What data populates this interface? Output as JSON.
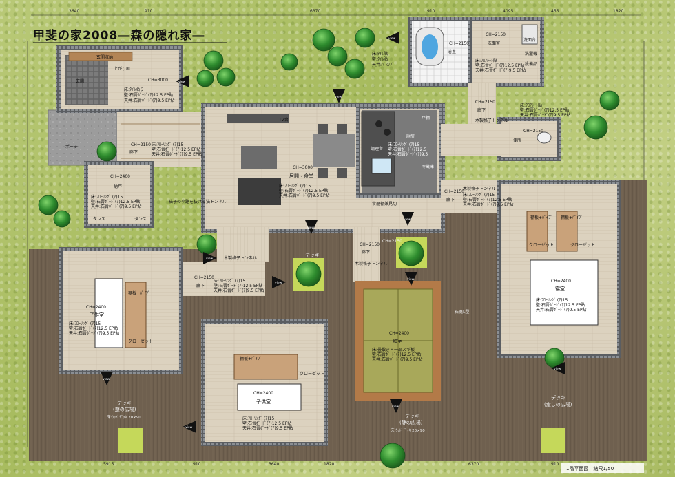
{
  "title": "甲斐の家2008―森の隠れ家―",
  "footer": "1階平面図　縮尺1/50",
  "colors": {
    "grass": "#b3c56e",
    "deck": "#6e5f4f",
    "floor": "#d9cdb8",
    "wall": "#55585c",
    "wood": "#b8895a",
    "tatami": "#b7b766",
    "tree": "#2f8a2f"
  },
  "dimensions_top": [
    "3640",
    "910",
    "6370",
    "910",
    "4095",
    "455",
    "1820"
  ],
  "dimensions_bottom": [
    "5915",
    "910",
    "3640",
    "1820",
    "3640",
    "6370",
    "910"
  ],
  "rooms": {
    "genkan": {
      "name": "玄関",
      "finish": [
        "床:ﾀｲﾙ貼り",
        "壁:石膏ﾎﾞｰﾄﾞ(ｱ)12.5 EP貼",
        "天井:石膏ﾎﾞｰﾄﾞ(ｱ)9.5 EP貼"
      ],
      "ch": "CH=3000",
      "note": "上がり框",
      "shelf": "玄関収納"
    },
    "porch": {
      "name": "ポーチ"
    },
    "rouka1": {
      "name": "廊下",
      "ch": "CH=2150",
      "finish": [
        "床:ﾌﾛｰﾘﾝｸﾞ (ｱ)15",
        "壁:石膏ﾎﾞｰﾄﾞ(ｱ)12.5 EP貼",
        "天井:石膏ﾎﾞｰﾄﾞ(ｱ)9.5 EP貼"
      ]
    },
    "nando": {
      "name": "納戸",
      "ch": "CH=2400",
      "finish": [
        "床:ﾌﾛｰﾘﾝｸﾞ (ｱ)15",
        "壁:石膏ﾎﾞｰﾄﾞ(ｱ)12.5 EP貼",
        "天井:石膏ﾎﾞｰﾄﾞ(ｱ)9.5 EP貼"
      ],
      "chest1": "タンス",
      "chest2": "タンス"
    },
    "living": {
      "name": "居間・食堂",
      "ch": "CH=3000",
      "finish": [
        "床:ﾌﾛｰﾘﾝｸﾞ (ｱ)15",
        "壁:石膏ﾎﾞｰﾄﾞ(ｱ)12.5 EP貼",
        "天井:石膏ﾎﾞｰﾄﾞ(ｱ)9.5 EP貼"
      ],
      "tv": "TV台",
      "counter": "食器棚兼見切"
    },
    "kitchen": {
      "name": "厨房",
      "finish": [
        "床:ﾌﾛｰﾘﾝｸﾞ (ｱ)15",
        "壁:石膏ﾎﾞｰﾄﾞ(ｱ)12.5",
        "天井:石膏ﾎﾞｰﾄﾞ(ｱ)9.5"
      ],
      "fridge": "冷蔵庫",
      "pantry": "戸棚",
      "table": "調理台"
    },
    "bath": {
      "name": "浴室",
      "ch": "CH=2150",
      "finish": [
        "床:ﾀｲﾙ貼",
        "壁:ﾀｲﾙ貼",
        "天井:ﾊﾞｽﾘﾌﾞ"
      ]
    },
    "washroom": {
      "name": "洗面室",
      "ch": "CH=2150",
      "finish": [
        "床:ﾌﾛｱｼｰﾄ貼",
        "壁:石膏ﾎﾞｰﾄﾞ(ｱ)12.5 EP貼",
        "天井:石膏ﾎﾞｰﾄﾞ(ｱ)9.5 EP貼"
      ],
      "washer": "洗濯機",
      "equip": "設備品",
      "sink": "洗面台"
    },
    "rouka2": {
      "name": "廊下",
      "ch": "CH=2150"
    },
    "toilet": {
      "name": "便所",
      "ch": "CH=2150",
      "finish": [
        "床:ﾌﾛｱｼｰﾄ貼",
        "壁:石膏ﾎﾞｰﾄﾞ(ｱ)12.5 EP貼",
        "天井:石膏ﾎﾞｰﾄﾞ(ｱ)9.5 EP貼"
      ],
      "tunnel": "木製格子トンネル"
    },
    "rouka3": {
      "name": "廊下",
      "ch": "CH=2150",
      "tunnel": "木製格子トンネル",
      "finish": [
        "床:ﾌﾛｰﾘﾝｸﾞ (ｱ)15",
        "壁:石膏ﾎﾞｰﾄﾞ(ｱ)12.5 EP貼",
        "天井:石膏ﾎﾞｰﾄﾞ(ｱ)9.5 EP貼"
      ]
    },
    "bedroom": {
      "name": "寝室",
      "ch": "CH=2400",
      "finish": [
        "床:ﾌﾛｰﾘﾝｸﾞ (ｱ)15",
        "壁:石膏ﾎﾞｰﾄﾞ(ｱ)12.5 EP貼",
        "天井:石膏ﾎﾞｰﾄﾞ(ｱ)9.5 EP貼"
      ],
      "hanger1": "棚板+ﾊﾟｲﾌﾟ",
      "hanger2": "棚板+ﾊﾟｲﾌﾟ",
      "closet1": "クローゼット",
      "closet2": "クローゼット"
    },
    "kids1": {
      "name": "子供室",
      "ch": "CH=2400",
      "finish": [
        "床:ﾌﾛｰﾘﾝｸﾞ (ｱ)15",
        "壁:石膏ﾎﾞｰﾄﾞ(ｱ)12.5 EP貼",
        "天井:石膏ﾎﾞｰﾄﾞ(ｱ)9.5 EP貼"
      ],
      "closet": "クローゼット",
      "hanger": "棚板+ﾊﾟｲﾌﾟ"
    },
    "kids2": {
      "name": "子供室",
      "ch": "CH=2400",
      "finish": [
        "床:ﾌﾛｰﾘﾝｸﾞ (ｱ)15",
        "壁:石膏ﾎﾞｰﾄﾞ(ｱ)12.5 EP貼",
        "天井:石膏ﾎﾞｰﾄﾞ(ｱ)9.5 EP貼"
      ],
      "closet": "クローゼット",
      "hanger": "棚板+ﾊﾟｲﾌﾟ"
    },
    "washitsu": {
      "name": "和室",
      "ch": "CH=2400",
      "finish": [
        "床:畳敷き・一部スギ板",
        "壁:石膏ﾎﾞｰﾄﾞ(ｱ)12.5 EP貼",
        "天井:石膏ﾎﾞｰﾄﾞ(ｱ)9.5 EP貼"
      ]
    },
    "rouka4": {
      "name": "廊下",
      "ch": "CH=2150",
      "tunnel": "木製格子トンネル",
      "finish": [
        "床:ﾌﾛｰﾘﾝｸﾞ (ｱ)15",
        "壁:石膏ﾎﾞｰﾄﾞ(ｱ)12.5 EP貼",
        "天井:石膏ﾎﾞｰﾄﾞ(ｱ)9.5 EP貼"
      ]
    },
    "rouka5": {
      "name": "廊下",
      "ch": "CH=2150",
      "tunnel": "木製格子トンネル"
    }
  },
  "decks": {
    "deck_west": {
      "name": "デッキ",
      "sub": "(遊の広場)",
      "finish": "床:ｳｯﾄﾞﾃﾞｯｷ 20×90"
    },
    "deck_mid": {
      "name": "デッキ",
      "sub": "(静の広場)",
      "finish": "床:ｳｯﾄﾞﾃﾞｯｷ 20×90"
    },
    "deck_east": {
      "name": "デッキ",
      "sub": "(癒しの広場)"
    },
    "deck_court": {
      "name": "デッキ"
    }
  },
  "annotations": {
    "cat_note": "猫子の小路を抜ける猫トンネル",
    "view": "view",
    "garden": "石庭L型",
    "ch_deck": "CH=2150"
  }
}
